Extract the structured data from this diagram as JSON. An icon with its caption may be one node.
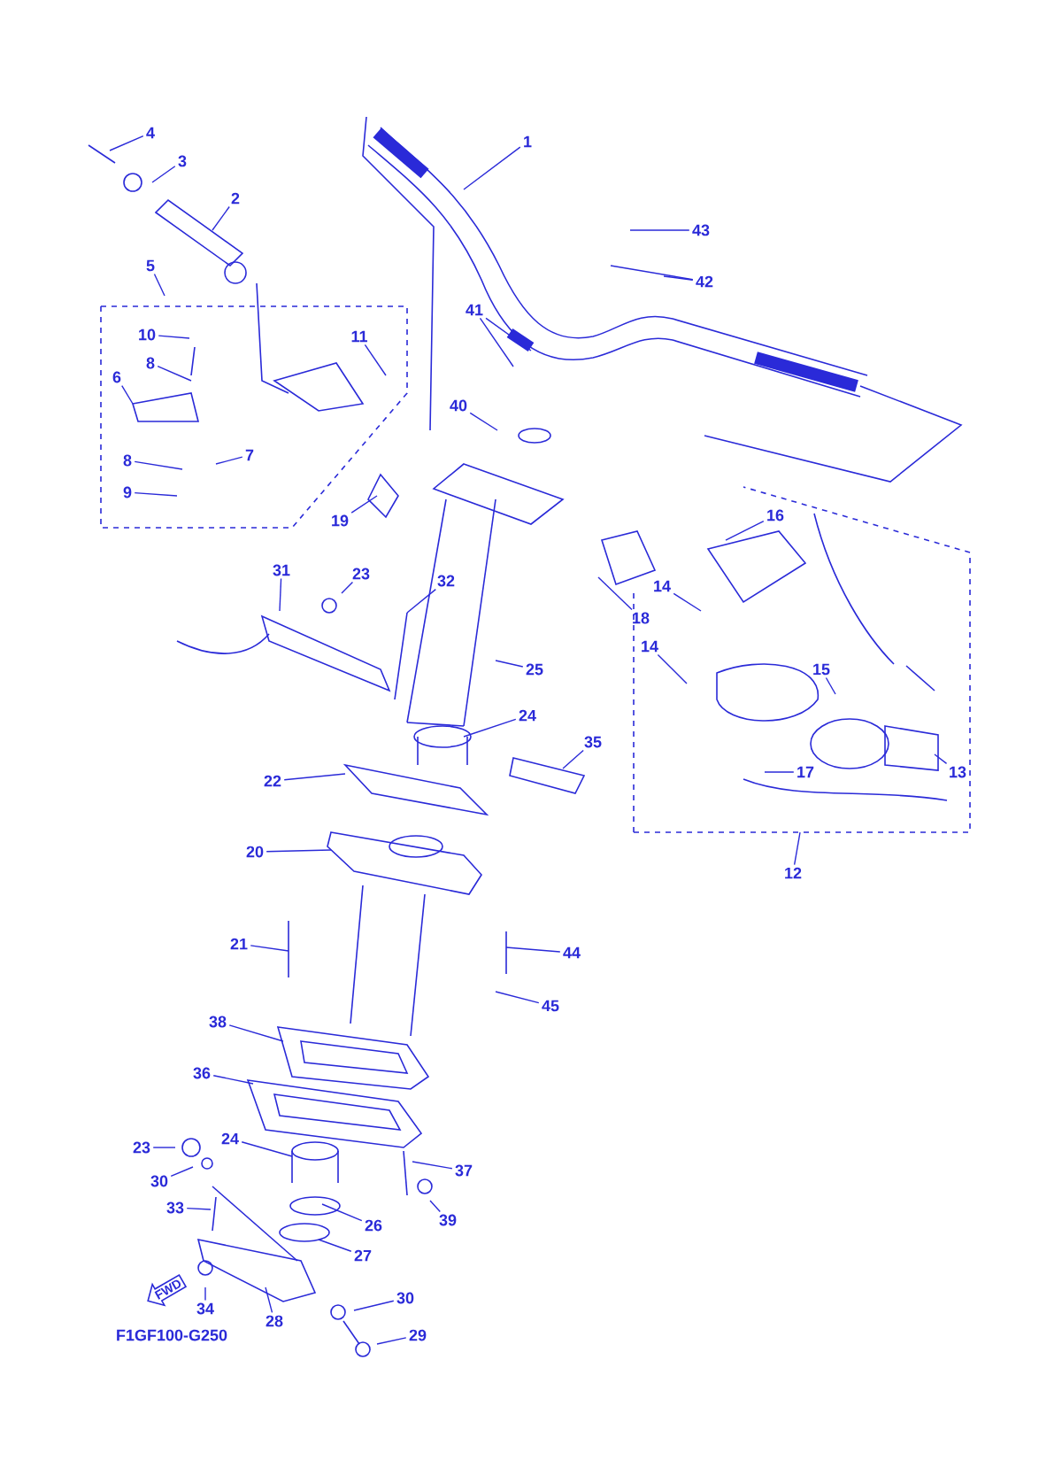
{
  "diagram": {
    "nodes": [
      {
        "text": [
          "1"
        ]
      },
      {
        "text": [
          "4"
        ]
      },
      {
        "text": [
          "3"
        ]
      },
      {
        "text": [
          "2"
        ]
      },
      {
        "text": [
          "43"
        ]
      },
      {
        "text": [
          "5"
        ]
      },
      {
        "text": [
          "42"
        ]
      },
      {
        "text": [
          "41"
        ]
      },
      {
        "text": [
          "10"
        ]
      },
      {
        "text": [
          "11"
        ]
      },
      {
        "text": [
          "8"
        ]
      },
      {
        "text": [
          "6"
        ]
      },
      {
        "text": [
          "40"
        ]
      },
      {
        "text": [
          "8"
        ]
      },
      {
        "text": [
          "7"
        ]
      },
      {
        "text": [
          "9"
        ]
      },
      {
        "text": [
          "16"
        ]
      },
      {
        "text": [
          "19"
        ]
      },
      {
        "text": [
          "31"
        ]
      },
      {
        "text": [
          "23"
        ]
      },
      {
        "text": [
          "32"
        ]
      },
      {
        "text": [
          "14"
        ]
      },
      {
        "text": [
          "18"
        ]
      },
      {
        "text": [
          "14"
        ]
      },
      {
        "text": [
          "25"
        ]
      },
      {
        "text": [
          "15"
        ]
      },
      {
        "text": [
          "24"
        ]
      },
      {
        "text": [
          "35"
        ]
      },
      {
        "text": [
          "22"
        ]
      },
      {
        "text": [
          "13"
        ]
      },
      {
        "text": [
          "17"
        ]
      },
      {
        "text": [
          "20"
        ]
      },
      {
        "text": [
          "12"
        ]
      },
      {
        "text": [
          "21"
        ]
      },
      {
        "text": [
          "44"
        ]
      },
      {
        "text": [
          "45"
        ]
      },
      {
        "text": [
          "38"
        ]
      },
      {
        "text": [
          "36"
        ]
      },
      {
        "text": [
          "24"
        ]
      },
      {
        "text": [
          "23"
        ]
      },
      {
        "text": [
          "30"
        ]
      },
      {
        "text": [
          "37"
        ]
      },
      {
        "text": [
          "33"
        ]
      },
      {
        "text": [
          "26"
        ]
      },
      {
        "text": [
          "39"
        ]
      },
      {
        "text": [
          "27"
        ]
      },
      {
        "text": [
          "FWD"
        ]
      },
      {
        "text": [
          "30"
        ]
      },
      {
        "text": [
          "34"
        ]
      },
      {
        "text": [
          "28"
        ]
      },
      {
        "text": [
          "29"
        ]
      }
    ],
    "edges": [
      {
        "from": 0,
        "to": null,
        "arrow": "none"
      },
      {
        "from": 1,
        "to": null,
        "arrow": "none"
      },
      {
        "from": 2,
        "to": null,
        "arrow": "none"
      },
      {
        "from": 3,
        "to": null,
        "arrow": "none"
      },
      {
        "from": 4,
        "to": null,
        "arrow": "none"
      },
      {
        "from": 5,
        "to": null,
        "arrow": "none"
      },
      {
        "from": 6,
        "to": null,
        "arrow": "none"
      },
      {
        "from": 6,
        "to": null,
        "arrow": "none"
      },
      {
        "from": 7,
        "to": null,
        "arrow": "none"
      },
      {
        "from": 7,
        "to": null,
        "arrow": "none"
      },
      {
        "from": 8,
        "to": null,
        "arrow": "none"
      },
      {
        "from": 9,
        "to": null,
        "arrow": "none"
      },
      {
        "from": 10,
        "to": null,
        "arrow": "none"
      },
      {
        "from": 11,
        "to": null,
        "arrow": "none"
      },
      {
        "from": 12,
        "to": null,
        "arrow": "none"
      },
      {
        "from": 13,
        "to": null,
        "arrow": "none"
      },
      {
        "from": 14,
        "to": null,
        "arrow": "none"
      },
      {
        "from": 15,
        "to": null,
        "arrow": "none"
      },
      {
        "from": 16,
        "to": null,
        "arrow": "none"
      },
      {
        "from": 17,
        "to": null,
        "arrow": "none"
      },
      {
        "from": 18,
        "to": null,
        "arrow": "none"
      },
      {
        "from": 19,
        "to": null,
        "arrow": "none"
      },
      {
        "from": 20,
        "to": null,
        "arrow": "none"
      },
      {
        "from": 21,
        "to": null,
        "arrow": "none"
      },
      {
        "from": 22,
        "to": null,
        "arrow": "none"
      },
      {
        "from": 23,
        "to": null,
        "arrow": "none"
      },
      {
        "from": 24,
        "to": null,
        "arrow": "none"
      },
      {
        "from": 25,
        "to": null,
        "arrow": "none"
      },
      {
        "from": 26,
        "to": null,
        "arrow": "none"
      },
      {
        "from": 27,
        "to": null,
        "arrow": "none"
      },
      {
        "from": 28,
        "to": null,
        "arrow": "none"
      },
      {
        "from": 29,
        "to": null,
        "arrow": "none"
      },
      {
        "from": 30,
        "to": null,
        "arrow": "none"
      },
      {
        "from": 31,
        "to": null,
        "arrow": "none"
      },
      {
        "from": 32,
        "to": null,
        "arrow": "none"
      },
      {
        "from": 33,
        "to": null,
        "arrow": "none"
      },
      {
        "from": 34,
        "to": null,
        "arrow": "none"
      },
      {
        "from": 35,
        "to": null,
        "arrow": "none"
      },
      {
        "from": 36,
        "to": null,
        "arrow": "none"
      },
      {
        "from": 37,
        "to": null,
        "arrow": "none"
      },
      {
        "from": 38,
        "to": null,
        "arrow": "none"
      },
      {
        "from": 39,
        "to": null,
        "arrow": "none"
      },
      {
        "from": 40,
        "to": null,
        "arrow": "none"
      },
      {
        "from": 41,
        "to": null,
        "arrow": "none"
      },
      {
        "from": 42,
        "to": null,
        "arrow": "none"
      },
      {
        "from": 43,
        "to": null,
        "arrow": "none"
      },
      {
        "from": 44,
        "to": null,
        "arrow": "none"
      },
      {
        "from": 45,
        "to": null,
        "arrow": "none"
      },
      {
        "from": 47,
        "to": null,
        "arrow": "none"
      },
      {
        "from": 48,
        "to": null,
        "arrow": "none"
      },
      {
        "from": 49,
        "to": null,
        "arrow": "none"
      },
      {
        "from": 50,
        "to": null,
        "arrow": "none"
      }
    ],
    "labels": [
      "F1GF100-G250"
    ]
  }
}
